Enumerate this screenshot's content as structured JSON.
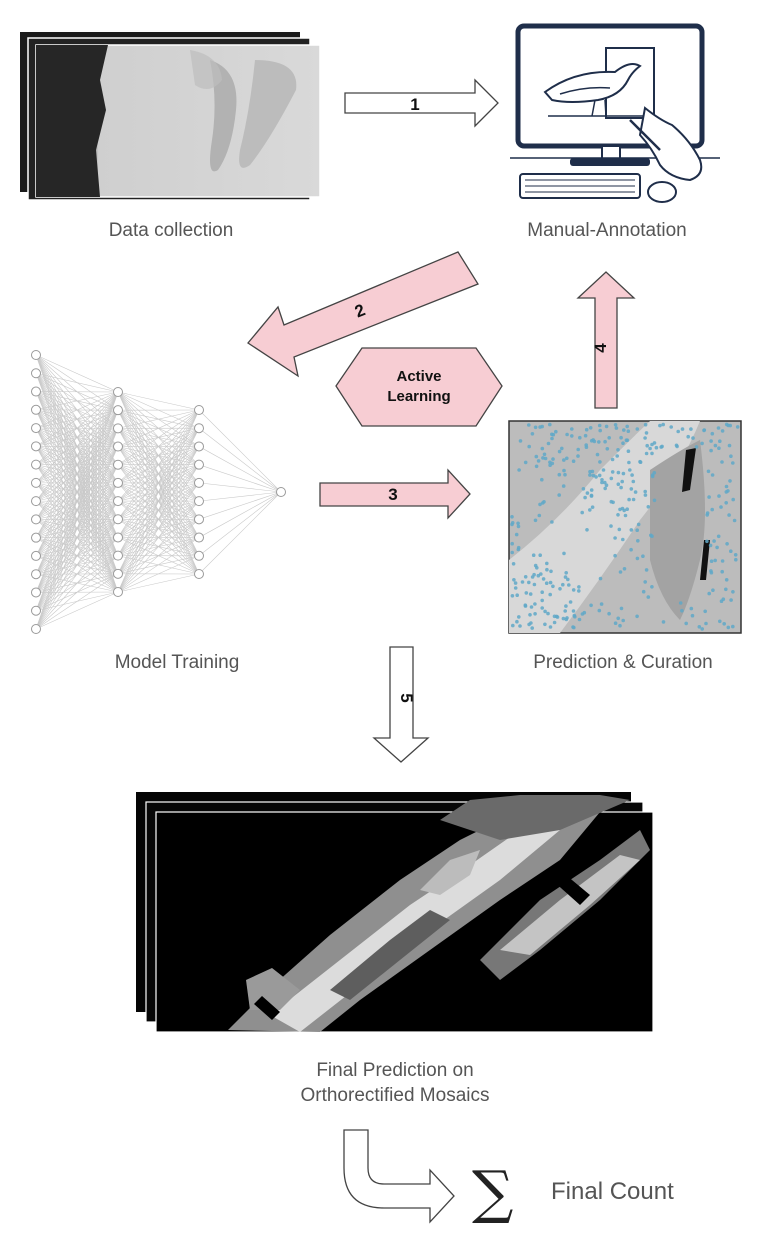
{
  "labels": {
    "data_collection": "Data collection",
    "manual_annotation": "Manual-Annotation",
    "model_training": "Model Training",
    "prediction_curation": "Prediction & Curation",
    "final_prediction_line1": "Final Prediction on",
    "final_prediction_line2": "Orthorectified Mosaics",
    "active_learning_line1": "Active",
    "active_learning_line2": "Learning",
    "final_count": "Final Count",
    "sigma": "∑"
  },
  "steps": {
    "s1": "1",
    "s2": "2",
    "s3": "3",
    "s4": "4",
    "s5": "5"
  },
  "colors": {
    "pink_arrow": "#f7cdd3",
    "white_arrow": "#ffffff",
    "arrow_stroke": "#444444",
    "label_text": "#555555"
  },
  "network": {
    "layers": [
      16,
      12,
      10,
      1
    ]
  }
}
